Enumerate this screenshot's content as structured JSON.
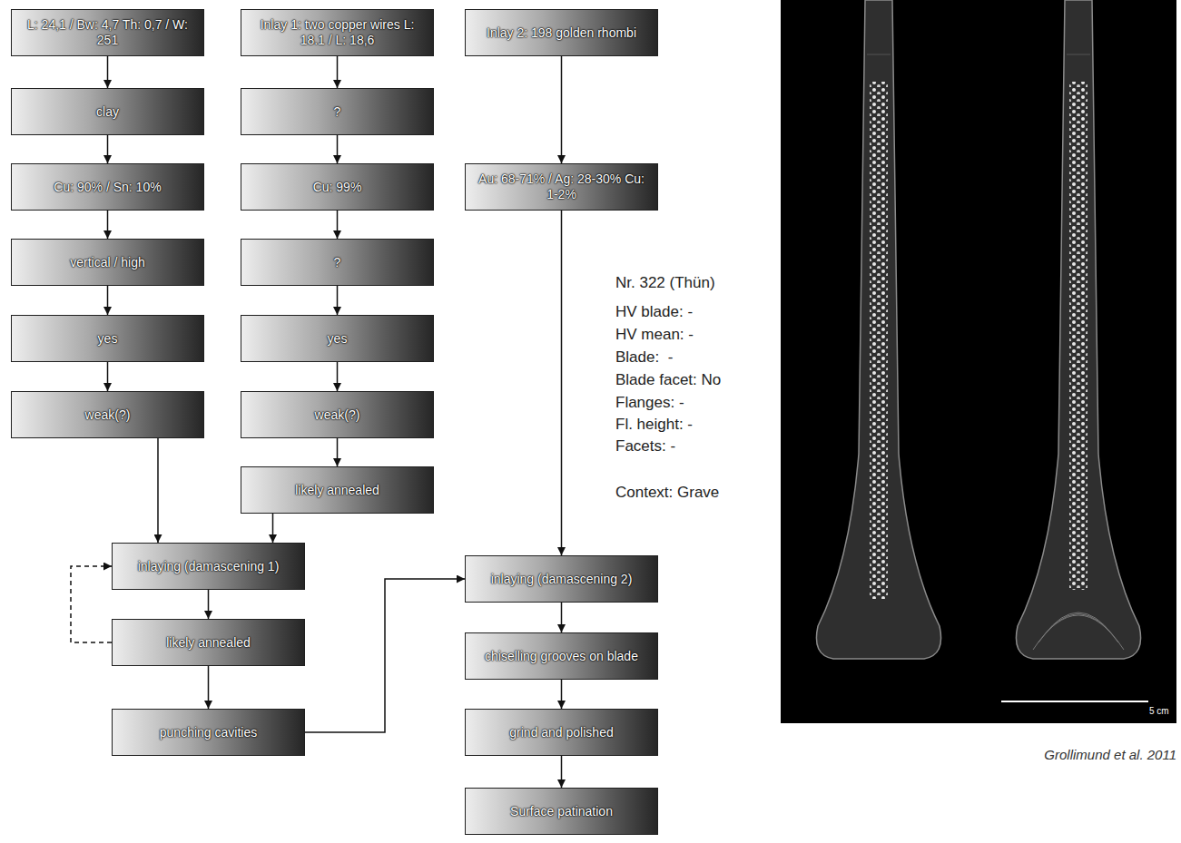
{
  "diagram": {
    "nodes": [
      {
        "text": [
          "L: 24,1 / Bw: 4,7 Th: 0,7 / W: 251"
        ]
      },
      {
        "text": [
          "clay"
        ]
      },
      {
        "text": [
          "Cu: 90% / Sn: 10%"
        ]
      },
      {
        "text": [
          "vertical / high"
        ]
      },
      {
        "text": [
          "yes"
        ]
      },
      {
        "text": [
          "weak(?)"
        ]
      },
      {
        "text": [
          "Inlay 1: two copper wires L: 18.1 / L: 18,6"
        ]
      },
      {
        "text": [
          "?"
        ]
      },
      {
        "text": [
          "Cu: 99%"
        ]
      },
      {
        "text": [
          "?"
        ]
      },
      {
        "text": [
          "yes"
        ]
      },
      {
        "text": [
          "weak(?)"
        ]
      },
      {
        "text": [
          "likely annealed"
        ]
      },
      {
        "text": [
          "Inlay 2: 198 golden rhombi"
        ]
      },
      {
        "text": [
          "Au: 68-71% / Ag: 28-30% Cu: 1-2%"
        ]
      },
      {
        "text": [
          "inlaying (damascening 1)"
        ]
      },
      {
        "text": [
          "likely annealed"
        ]
      },
      {
        "text": [
          "punching cavities"
        ]
      },
      {
        "text": [
          "inlaying (damascening 2)"
        ]
      },
      {
        "text": [
          "chiselling grooves on blade"
        ]
      },
      {
        "text": [
          "grind and polished"
        ]
      },
      {
        "text": [
          "Surface patination"
        ]
      }
    ],
    "edges": [
      {
        "from": 0,
        "to": 1,
        "arrow": "to"
      },
      {
        "from": 1,
        "to": 2,
        "arrow": "to"
      },
      {
        "from": 2,
        "to": 3,
        "arrow": "to"
      },
      {
        "from": 3,
        "to": 4,
        "arrow": "to"
      },
      {
        "from": 4,
        "to": 5,
        "arrow": "to"
      },
      {
        "from": 5,
        "to": 15,
        "arrow": "to"
      },
      {
        "from": 6,
        "to": 7,
        "arrow": "to"
      },
      {
        "from": 7,
        "to": 8,
        "arrow": "to"
      },
      {
        "from": 8,
        "to": 9,
        "arrow": "to"
      },
      {
        "from": 9,
        "to": 10,
        "arrow": "to"
      },
      {
        "from": 10,
        "to": 11,
        "arrow": "to"
      },
      {
        "from": 11,
        "to": 12,
        "arrow": "to"
      },
      {
        "from": 12,
        "to": 15,
        "arrow": "to"
      },
      {
        "from": 13,
        "to": 14,
        "arrow": "to"
      },
      {
        "from": 14,
        "to": 18,
        "arrow": "to"
      },
      {
        "from": 15,
        "to": 16,
        "arrow": "to"
      },
      {
        "from": 16,
        "to": 15,
        "arrow": "to"
      },
      {
        "from": 16,
        "to": 17,
        "arrow": "to"
      },
      {
        "from": 17,
        "to": 18,
        "arrow": "to"
      },
      {
        "from": 18,
        "to": 19,
        "arrow": "to"
      },
      {
        "from": 19,
        "to": 20,
        "arrow": "to"
      },
      {
        "from": 20,
        "to": 21,
        "arrow": "to"
      }
    ],
    "labels": [
      "Nr. 322 (Thün)",
      "HV blade: -",
      "HV mean: -",
      "Blade:  -",
      "Blade facet: No",
      "Flanges: -",
      "Fl. height: -",
      "Facets: -",
      "Context: Grave",
      "5 cm",
      "Grollimund et al. 2011"
    ]
  }
}
